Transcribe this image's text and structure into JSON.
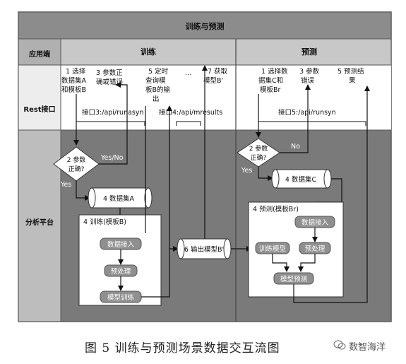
{
  "diagram": {
    "title": "训练与预测",
    "lanes": {
      "app": "应用端",
      "rest": "Rest接口",
      "platform": "分析平台"
    },
    "columns": {
      "train": "训练",
      "predict": "预测"
    },
    "train_app_steps": {
      "s1": [
        "1 选择",
        "数据集A",
        "和模板B"
      ],
      "s3": [
        "3 参数正",
        "确或错误"
      ],
      "s5": [
        "5 定时",
        "查询模",
        "板B的输",
        "出"
      ],
      "ellipsis": "…",
      "s7": [
        "7 获取",
        "模型B'"
      ]
    },
    "predict_app_steps": {
      "s1": [
        "1 选择数",
        "据集C和",
        "模板Br"
      ],
      "s3": [
        "3 参数",
        "错误"
      ],
      "s5": [
        "5 预测结",
        "果"
      ]
    },
    "interfaces": {
      "i3": "接口3:/api/runasyn",
      "i4": "接口4:/api/mresults",
      "i5": "接口5:/api/runsyn"
    },
    "train_platform": {
      "decision": [
        "2 参数",
        "正确?"
      ],
      "yes_no": "Yes/No",
      "yes": "Yes",
      "dataset": "4 数据集A",
      "group_title": "4 训练(模板B)",
      "steps": [
        "数据接入",
        "预处理",
        "模型训练"
      ],
      "output": "6 输出模型B'"
    },
    "predict_platform": {
      "decision": [
        "2 参数",
        "正确?"
      ],
      "no": "No",
      "yes": "Yes",
      "dataset": "4 数据集C",
      "group_title": "4 预测(模板Br)",
      "data_in": "数据接入",
      "model": "训练模型",
      "preprocess": "预处理",
      "predict": "模型预测"
    }
  },
  "caption": {
    "figure": "图 5 训练与预测场景数据交互流图",
    "watermark": "数智海洋"
  }
}
